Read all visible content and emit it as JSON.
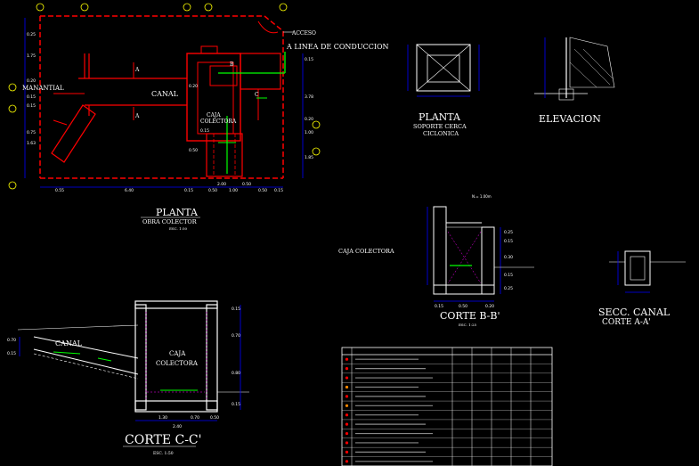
{
  "colors": {
    "background": "#000000",
    "wall": "#ff0000",
    "dimension": "#0000ff",
    "pipe": "#00ff00",
    "text": "#ffffff",
    "axis": "#ffff00",
    "detail": "#ff00ff",
    "concrete": "#ffffff"
  },
  "plan": {
    "title": "PLANTA",
    "subtitle": "OBRA COLECTOR",
    "scale": "ESC. 1:50",
    "manantial": "MANANTIAL",
    "canal": "CANAL",
    "caja": "CAJA",
    "colectora": "COLECTORA",
    "acceso": "ACCESO",
    "linea": "A LINEA DE CONDUCCION",
    "mark_a1": "A",
    "mark_a2": "A",
    "mark_b": "B",
    "mark_c": "C",
    "dims_left": [
      "0.25",
      "1.75",
      "0.20",
      "0.15",
      "0.15",
      "0.75",
      "1.63"
    ],
    "dims_bottom": [
      "0.55",
      "6.40",
      "0.15",
      "0.50",
      "1.00",
      "0.50",
      "0.15"
    ],
    "dims_right": [
      "0.15",
      "3.78",
      "0.20",
      "1.00",
      "1.85"
    ],
    "dims_inner": [
      "0.20",
      "0.50",
      "0.15",
      "2.00",
      "0.50"
    ]
  },
  "support": {
    "title": "PLANTA",
    "subtitle": "SOPORTE CERCA",
    "subtitle2": "CICLONICA"
  },
  "elevation": {
    "title": "ELEVACION"
  },
  "section_b": {
    "title": "CORTE B-B'",
    "scale": "ESC. 1:25",
    "caja_label": "CAJA COLECTORA",
    "label_tapa": "N.= 1.00m",
    "dims": [
      "0.15",
      "0.50",
      "0.20",
      "0.25",
      "0.15",
      "0.30",
      "0.15",
      "0.25"
    ]
  },
  "section_canal": {
    "title1": "SECC. CANAL",
    "title2": "CORTE A-A'"
  },
  "section_c": {
    "title": "CORTE C-C'",
    "scale": "ESC. 1:50",
    "canal": "CANAL",
    "caja": "CAJA",
    "colectora": "COLECTORA",
    "dims_bottom": [
      "1.30",
      "0.70",
      "0.50"
    ],
    "dims_total": "2.40",
    "dims_left": [
      "0.70",
      "0.15"
    ],
    "dims_right": [
      "0.15",
      "0.70",
      "0.80",
      "0.15"
    ]
  },
  "legend_table": {
    "rows": [
      [
        "",
        "",
        "",
        "",
        "",
        ""
      ],
      [
        "",
        "",
        "",
        "",
        "",
        ""
      ],
      [
        "",
        "",
        "",
        "",
        "",
        ""
      ],
      [
        "",
        "",
        "",
        "",
        "",
        ""
      ],
      [
        "",
        "",
        "",
        "",
        "",
        ""
      ],
      [
        "",
        "",
        "",
        "",
        "",
        ""
      ],
      [
        "",
        "",
        "",
        "",
        "",
        ""
      ],
      [
        "",
        "",
        "",
        "",
        "",
        ""
      ],
      [
        "",
        "",
        "",
        "",
        "",
        ""
      ],
      [
        "",
        "",
        "",
        "",
        "",
        ""
      ],
      [
        "",
        "",
        "",
        "",
        "",
        ""
      ],
      [
        "",
        "",
        "",
        "",
        "",
        ""
      ]
    ]
  }
}
